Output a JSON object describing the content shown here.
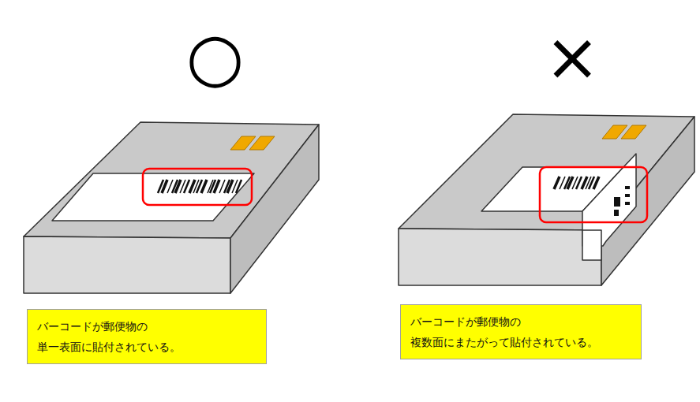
{
  "diagram": {
    "nodes": [
      {
        "text": [
          "バーコードが郵便物の 単一表面に貼付されている。"
        ]
      },
      {
        "text": [
          "バーコードが郵便物の 複数面にまたがって貼付されている。"
        ]
      }
    ],
    "labels": [
      "○",
      "×"
    ]
  }
}
